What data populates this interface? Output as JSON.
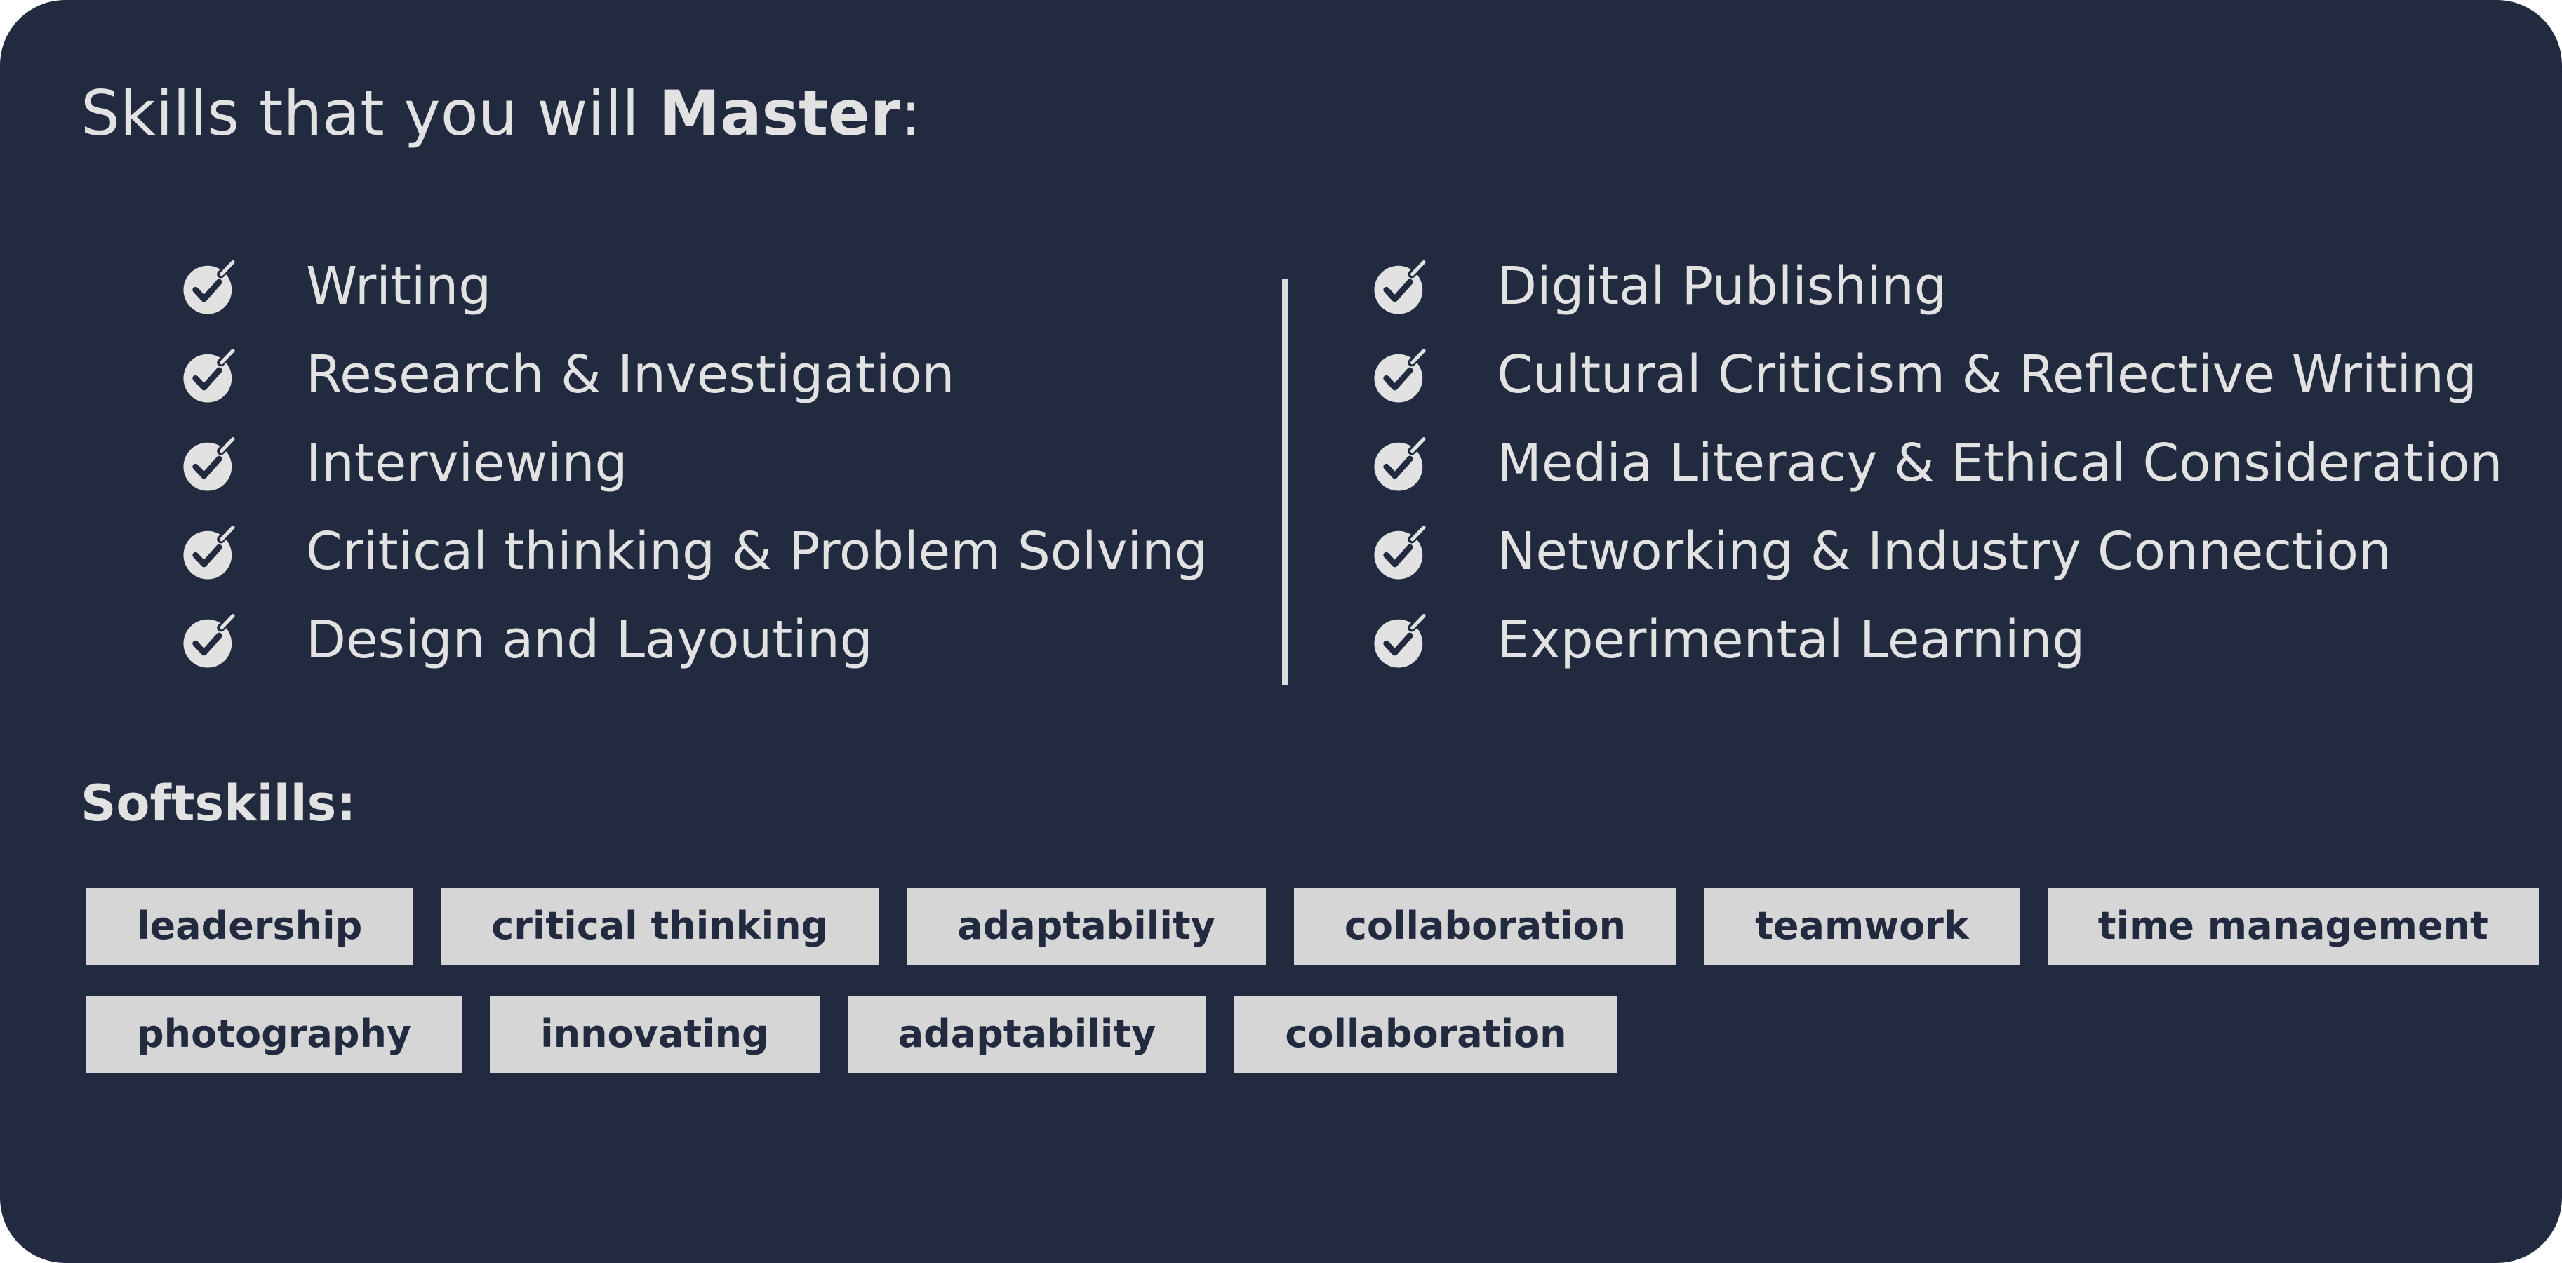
{
  "heading": {
    "prefix": "Skills that you will ",
    "emphasis": "Master",
    "suffix": ":"
  },
  "skills": {
    "left": [
      {
        "label": "Writing",
        "icon": "check-circle-icon"
      },
      {
        "label": "Research & Investigation",
        "icon": "check-circle-icon"
      },
      {
        "label": "Interviewing",
        "icon": "check-circle-icon"
      },
      {
        "label": "Critical thinking & Problem Solving",
        "icon": "check-circle-icon"
      },
      {
        "label": "Design and Layouting",
        "icon": "check-circle-icon"
      }
    ],
    "right": [
      {
        "label": "Digital Publishing",
        "icon": "check-circle-icon"
      },
      {
        "label": "Cultural Criticism & Reflective Writing",
        "icon": "check-circle-icon"
      },
      {
        "label": "Media Literacy & Ethical Consideration",
        "icon": "check-circle-icon"
      },
      {
        "label": "Networking & Industry Connection",
        "icon": "check-circle-icon"
      },
      {
        "label": "Experimental Learning",
        "icon": "check-circle-icon"
      }
    ]
  },
  "softskills": {
    "heading": "Softskills:",
    "rows": [
      [
        "leadership",
        "critical thinking",
        "adaptability",
        "collaboration",
        "teamwork",
        "time management"
      ],
      [
        "photography",
        "innovating",
        "adaptability",
        "collaboration"
      ]
    ]
  },
  "colors": {
    "background": "#222a40",
    "text": "#e2e2e2",
    "chip_background": "#d6d6d6",
    "chip_text": "#222a40"
  }
}
